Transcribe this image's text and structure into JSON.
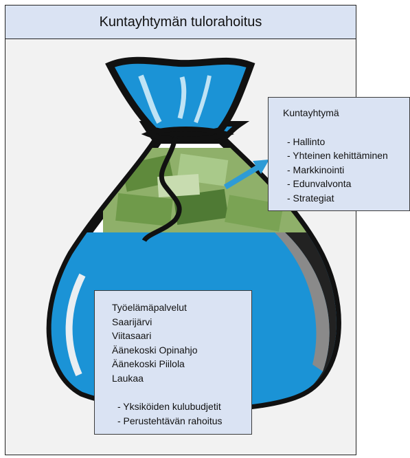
{
  "title": "Kuntayhtymän tulorahoitus",
  "top_box": {
    "heading": "Kuntayhtymä",
    "items": [
      "- Hallinto",
      "- Yhteinen kehittäminen",
      "- Markkinointi",
      "- Edunvalvonta",
      "- Strategiat"
    ]
  },
  "bottom_box": {
    "lines": [
      "Työelämäpalvelut",
      "Saarijärvi",
      "Viitasaari",
      "Äänekoski Opinahjo",
      "Äänekoski Piilola",
      "Laukaa"
    ],
    "items": [
      "- Yksiköiden kulubudjetit",
      "- Perustehtävän rahoitus"
    ]
  },
  "colors": {
    "panel": "#f2f2f2",
    "header": "#dae3f3",
    "bag_liquid": "#1b93d6",
    "bag_outline": "#111111",
    "arrow": "#2e9bd6",
    "banknotes": "#6f9a4a"
  }
}
